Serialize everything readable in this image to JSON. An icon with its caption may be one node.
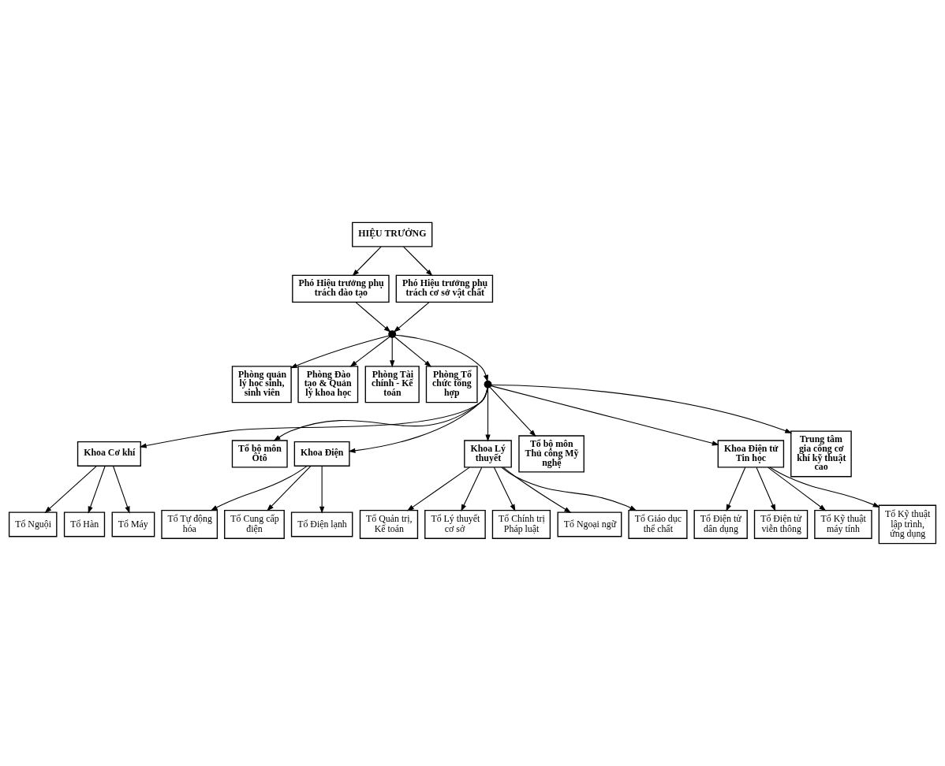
{
  "diagram": {
    "nodes": [
      {
        "text": [
          "HIỆU TRƯỞNG"
        ]
      },
      {
        "text": [
          "Phó Hiệu trưởng phụ trách đào tạo"
        ]
      },
      {
        "text": [
          "Phó Hiệu trưởng phụ trách cơ sở vật chất"
        ]
      },
      {
        "text": [],
        "shape": "circle"
      },
      {
        "text": [
          "Phòng quản lý học sinh, sinh viên"
        ]
      },
      {
        "text": [
          "Phòng Đào tạo & Quản lý khoa học"
        ]
      },
      {
        "text": [
          "Phòng Tài chính - Kế toán"
        ]
      },
      {
        "text": [
          "Phòng Tổ chức tổng hợp"
        ]
      },
      {
        "text": [],
        "shape": "circle"
      },
      {
        "text": [
          "Khoa Cơ khí"
        ]
      },
      {
        "text": [
          "Tổ bộ môn Ôtô"
        ]
      },
      {
        "text": [
          "Khoa Điện"
        ]
      },
      {
        "text": [
          "Khoa Lý thuyết"
        ]
      },
      {
        "text": [
          "Tổ bộ môn Thủ công Mỹ nghệ"
        ]
      },
      {
        "text": [
          "Khoa Điện tử Tin học"
        ]
      },
      {
        "text": [
          "Trung tâm gia công cơ khí kỹ thuật cao"
        ]
      },
      {
        "text": [
          "Tổ Nguội"
        ]
      },
      {
        "text": [
          "Tổ Hàn"
        ]
      },
      {
        "text": [
          "Tổ Máy"
        ]
      },
      {
        "text": [
          "Tổ Tự động hóa"
        ]
      },
      {
        "text": [
          "Tổ Cung cấp điện"
        ]
      },
      {
        "text": [
          "Tổ Điện lạnh"
        ]
      },
      {
        "text": [
          "Tổ Quản trị, Kế toán"
        ]
      },
      {
        "text": [
          "Tổ Lý thuyết cơ sở"
        ]
      },
      {
        "text": [
          "Tổ Chính trị Pháp luật"
        ]
      },
      {
        "text": [
          "Tổ Ngoại ngữ"
        ]
      },
      {
        "text": [
          "Tổ Giáo dục thể chất"
        ]
      },
      {
        "text": [
          "Tổ Điện tử dân dụng"
        ]
      },
      {
        "text": [
          "Tổ Điện tử viễn thông"
        ]
      },
      {
        "text": [
          "Tổ Kỹ thuật máy tính"
        ]
      },
      {
        "text": [
          "Tổ Kỹ thuật lập trình, ứng dụng"
        ]
      }
    ],
    "edges": [
      {
        "from": 0,
        "to": 1,
        "arrow": "to"
      },
      {
        "from": 0,
        "to": 2,
        "arrow": "to"
      },
      {
        "from": 1,
        "to": 3,
        "arrow": "to"
      },
      {
        "from": 2,
        "to": 3,
        "arrow": "to"
      },
      {
        "from": 3,
        "to": 4,
        "arrow": "to"
      },
      {
        "from": 3,
        "to": 5,
        "arrow": "to"
      },
      {
        "from": 3,
        "to": 6,
        "arrow": "to"
      },
      {
        "from": 3,
        "to": 7,
        "arrow": "to"
      },
      {
        "from": 3,
        "to": 8,
        "arrow": "to"
      },
      {
        "from": 8,
        "to": 9,
        "arrow": "to"
      },
      {
        "from": 8,
        "to": 10,
        "arrow": "to"
      },
      {
        "from": 8,
        "to": 11,
        "arrow": "to"
      },
      {
        "from": 8,
        "to": 12,
        "arrow": "to"
      },
      {
        "from": 8,
        "to": 13,
        "arrow": "to"
      },
      {
        "from": 8,
        "to": 14,
        "arrow": "to"
      },
      {
        "from": 8,
        "to": 15,
        "arrow": "to"
      },
      {
        "from": 9,
        "to": 16,
        "arrow": "to"
      },
      {
        "from": 9,
        "to": 17,
        "arrow": "to"
      },
      {
        "from": 9,
        "to": 18,
        "arrow": "to"
      },
      {
        "from": 11,
        "to": 19,
        "arrow": "to"
      },
      {
        "from": 11,
        "to": 20,
        "arrow": "to"
      },
      {
        "from": 11,
        "to": 21,
        "arrow": "to"
      },
      {
        "from": 12,
        "to": 22,
        "arrow": "to"
      },
      {
        "from": 12,
        "to": 23,
        "arrow": "to"
      },
      {
        "from": 12,
        "to": 24,
        "arrow": "to"
      },
      {
        "from": 12,
        "to": 25,
        "arrow": "to"
      },
      {
        "from": 12,
        "to": 26,
        "arrow": "to"
      },
      {
        "from": 14,
        "to": 27,
        "arrow": "to"
      },
      {
        "from": 14,
        "to": 28,
        "arrow": "to"
      },
      {
        "from": 14,
        "to": 29,
        "arrow": "to"
      },
      {
        "from": 14,
        "to": 30,
        "arrow": "to"
      }
    ]
  }
}
